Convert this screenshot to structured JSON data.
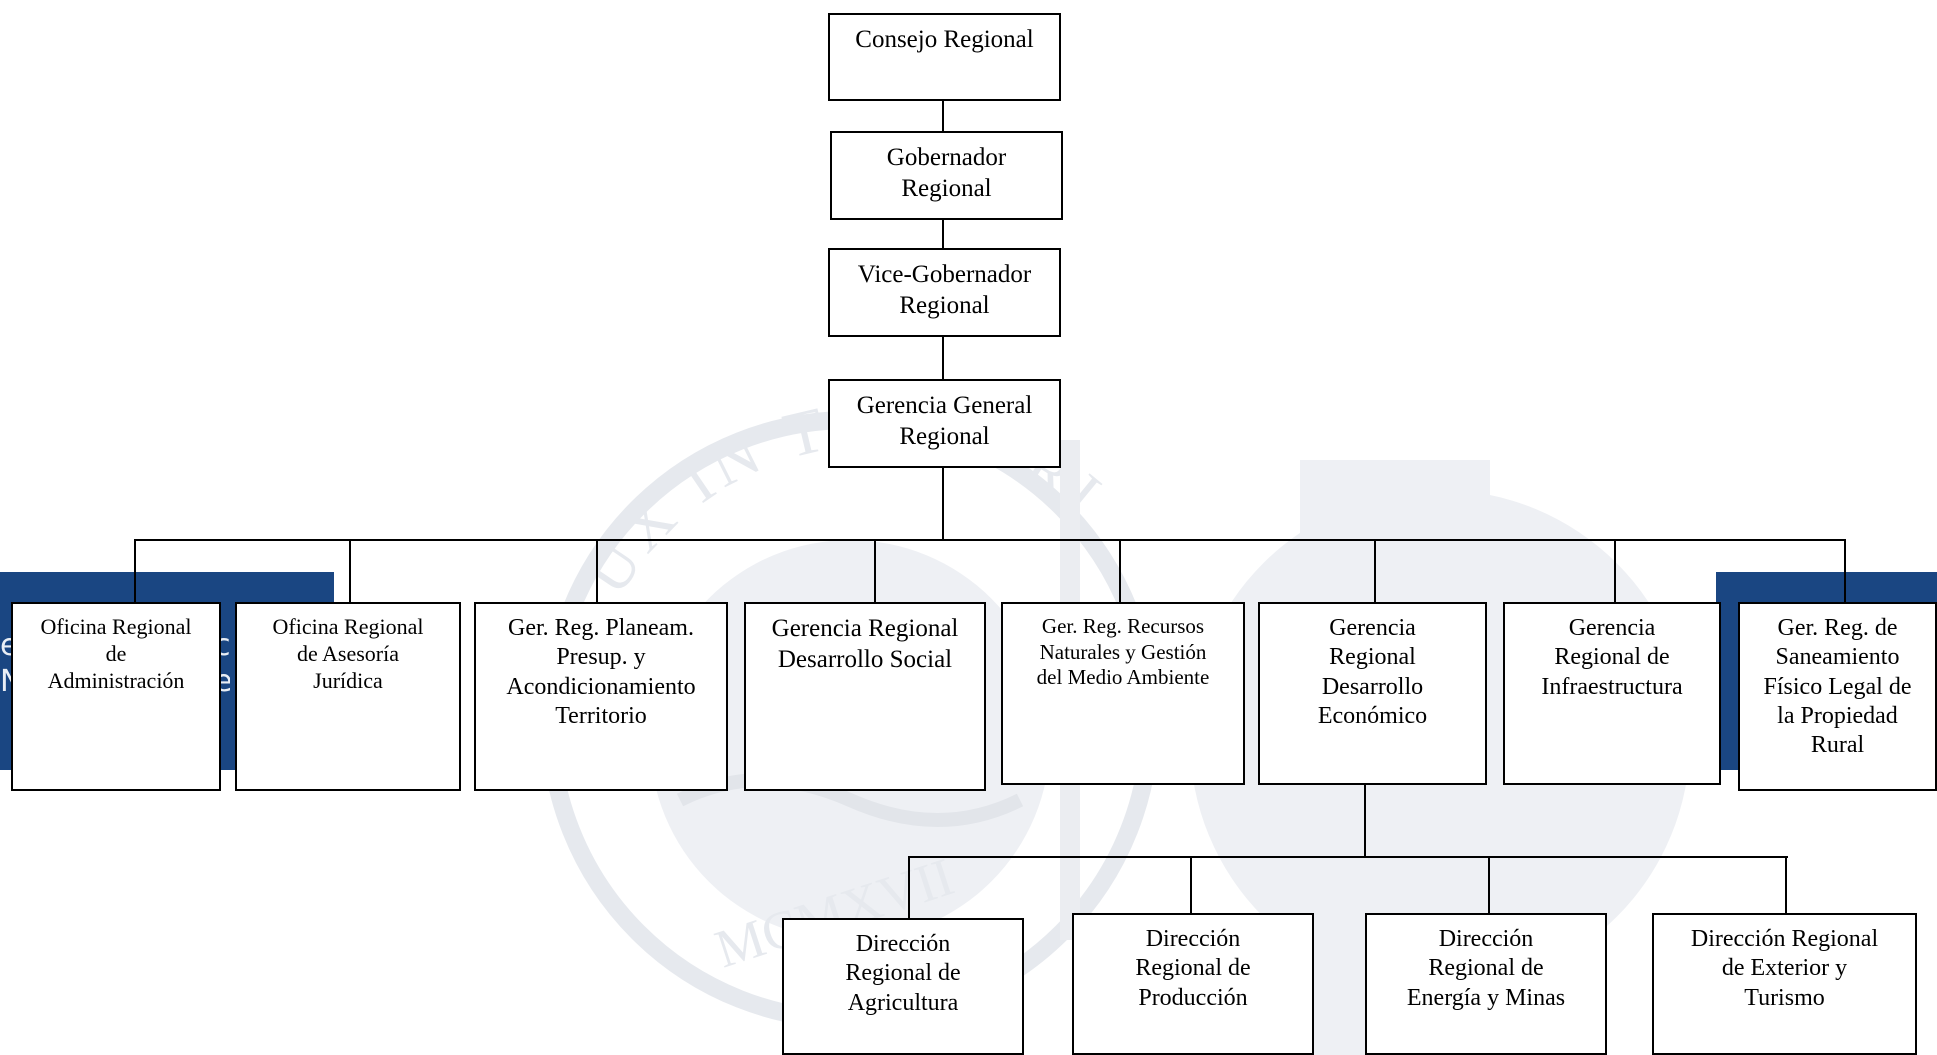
{
  "colors": {
    "box_border": "#000000",
    "box_fill": "#ffffff",
    "connector": "#000000",
    "band": "#1a4682",
    "watermark": "#e6e9ee"
  },
  "watermark": {
    "motto": "LUX IN TENEBRIS LUCET",
    "year": "MCMXVII"
  },
  "org_chart": {
    "top_chain": [
      "Consejo Regional",
      "Gobernador\nRegional",
      "Vice-Gobernador\nRegional",
      "Gerencia General\nRegional"
    ],
    "gerencias": [
      "Oficina Regional\nde\nAdministración",
      "Oficina Regional\nde Asesoría\nJurídica",
      "Ger. Reg. Planeam.\nPresup. y\nAcondicionamiento\nTerritorio",
      "Gerencia Regional\nDesarrollo Social",
      "Ger. Reg. Recursos\nNaturales y Gestión\ndel Medio Ambiente",
      "Gerencia\nRegional\nDesarrollo\nEconómico",
      "Gerencia\nRegional de\nInfraestructura",
      "Ger. Reg.  de\nSaneamiento\nFísico Legal de\nla Propiedad\nRural"
    ],
    "direcciones": [
      "Dirección\nRegional de\nAgricultura",
      "Dirección\nRegional de\nProducción",
      "Dirección\nRegional de\nEnergía y Minas",
      "Dirección Regional\nde Exterior y\nTurismo"
    ]
  }
}
